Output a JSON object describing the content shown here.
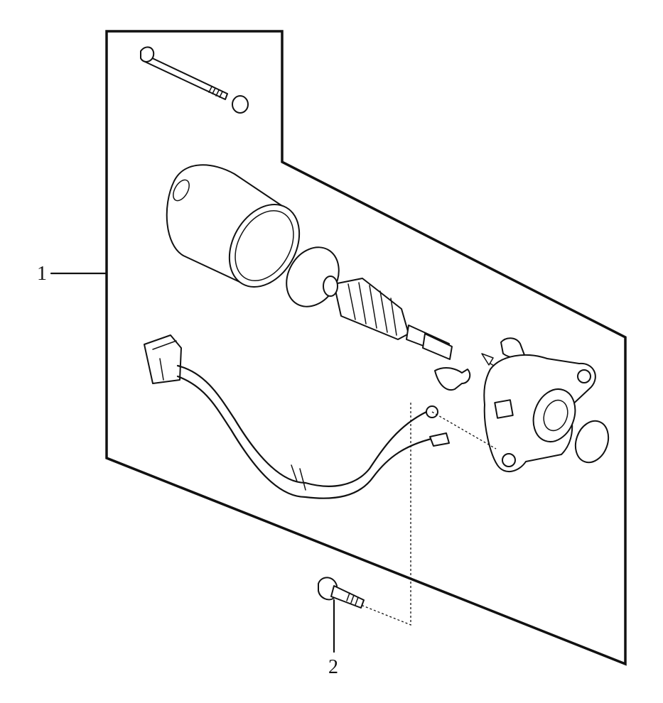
{
  "callouts": [
    {
      "id": "1",
      "label": "1"
    },
    {
      "id": "2",
      "label": "2"
    }
  ],
  "colors": {
    "ink": "#111111",
    "background": "#ffffff"
  }
}
